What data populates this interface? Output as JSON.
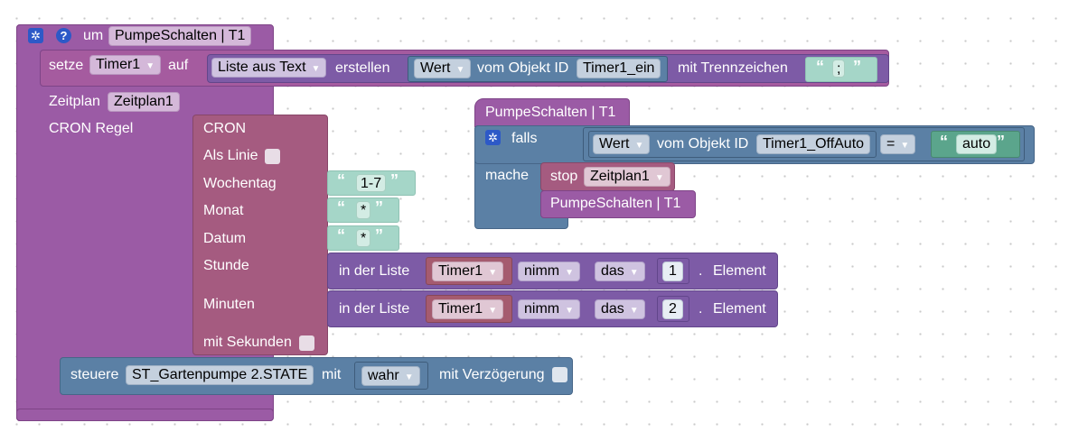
{
  "header": {
    "um": "um",
    "name": "PumpeSchalten | T1"
  },
  "setze": {
    "label": "setze",
    "variable": "Timer1",
    "auf": "auf"
  },
  "liste": {
    "label": "Liste aus Text",
    "erstellen": "erstellen",
    "mit": "mit Trennzeichen"
  },
  "wert_obj": {
    "attr": "Wert",
    "vom": "vom Objekt ID",
    "id": "Timer1_ein"
  },
  "separator": {
    "open": "“",
    "value": ";",
    "close": "”"
  },
  "zeitplan": {
    "label": "Zeitplan",
    "name": "Zeitplan1"
  },
  "cron": {
    "label": "CRON Regel",
    "title": "CRON",
    "als_linie": "Als Linie",
    "wochentag": "Wochentag",
    "wochentag_value": "1-7",
    "monat": "Monat",
    "monat_value": "*",
    "datum": "Datum",
    "datum_value": "*",
    "stunde": "Stunde",
    "minuten": "Minuten",
    "mit_sekunden": "mit Sekunden"
  },
  "list_get": {
    "in_der_liste": "in der Liste",
    "var": "Timer1",
    "nimm": "nimm",
    "das": "das",
    "element": "Element",
    "index1": "1",
    "index2": "2",
    "dot": "."
  },
  "steuere": {
    "label": "steuere",
    "id": "ST_Gartenpumpe 2.STATE",
    "mit": "mit",
    "value": "wahr",
    "delay": "mit Verzögerung"
  },
  "func": {
    "name": "PumpeSchalten | T1",
    "falls": "falls",
    "wert": "Wert",
    "vom": "vom Objekt ID",
    "id": "Timer1_OffAuto",
    "op": "=",
    "value": "auto",
    "mache": "mache",
    "stop": "stop",
    "stop_name": "Zeitplan1",
    "call": "PumpeSchalten | T1"
  },
  "colors": {
    "procedure": "#9b5ba5",
    "list": "#7d5ba6",
    "timer": "#a55b80",
    "logic": "#5b80a5",
    "text": "#a5d6c8",
    "gear": "#2d59c7"
  },
  "icons": {
    "gear": "gear-icon",
    "help": "help-icon",
    "dropdown": "dropdown-arrow-icon"
  }
}
